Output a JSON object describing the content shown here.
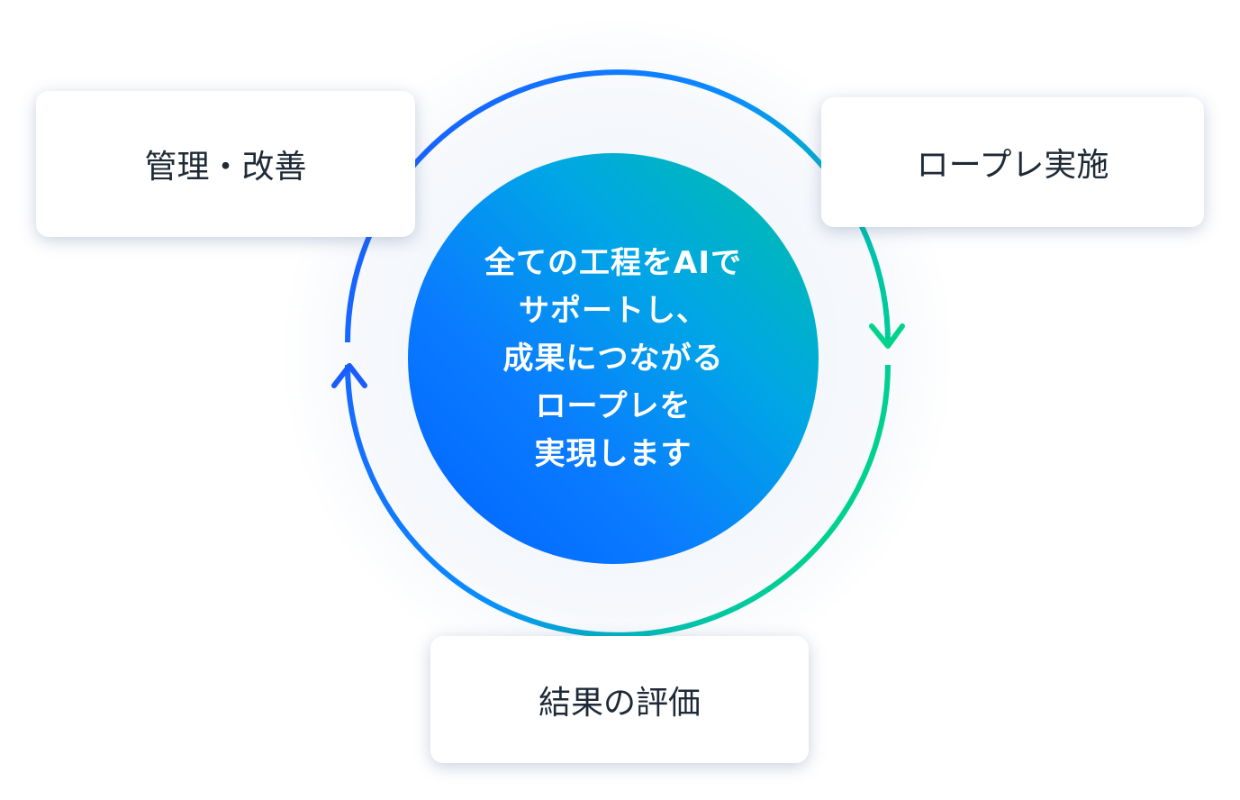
{
  "steps": {
    "manage": "管理・改善",
    "roleplay": "ロープレ実施",
    "evaluate": "結果の評価"
  },
  "center": {
    "lines": [
      "全ての工程をAIで",
      "サポートし、",
      "成果につながる",
      "ロープレを",
      "実現します"
    ]
  },
  "colors": {
    "blue": "#0062ff",
    "green": "#00d08a",
    "text": "#1e2a36"
  }
}
